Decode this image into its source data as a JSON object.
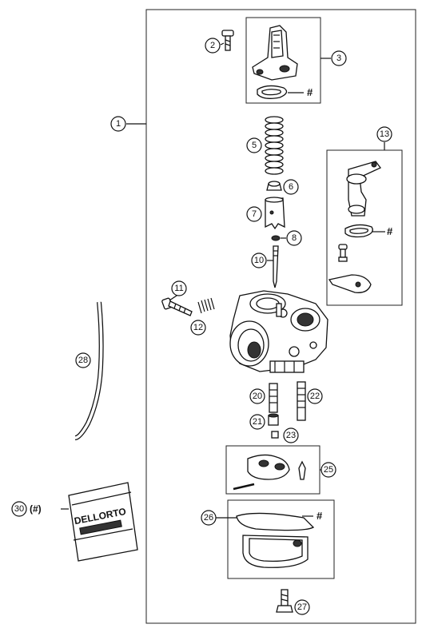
{
  "callouts": [
    {
      "id": "c1",
      "num": "1"
    },
    {
      "id": "c2",
      "num": "2"
    },
    {
      "id": "c3",
      "num": "3"
    },
    {
      "id": "c5",
      "num": "5"
    },
    {
      "id": "c6",
      "num": "6"
    },
    {
      "id": "c7",
      "num": "7"
    },
    {
      "id": "c8",
      "num": "8"
    },
    {
      "id": "c10",
      "num": "10"
    },
    {
      "id": "c11",
      "num": "11"
    },
    {
      "id": "c12",
      "num": "12"
    },
    {
      "id": "c13",
      "num": "13"
    },
    {
      "id": "c20",
      "num": "20"
    },
    {
      "id": "c21",
      "num": "21"
    },
    {
      "id": "c22",
      "num": "22"
    },
    {
      "id": "c23",
      "num": "23"
    },
    {
      "id": "c25",
      "num": "25"
    },
    {
      "id": "c26",
      "num": "26"
    },
    {
      "id": "c27",
      "num": "27"
    },
    {
      "id": "c28",
      "num": "28"
    },
    {
      "id": "c30",
      "num": "30"
    }
  ],
  "hash_mark": "#",
  "label_30_suffix": "(#)",
  "bag": {
    "brand": "DELLORTO"
  }
}
